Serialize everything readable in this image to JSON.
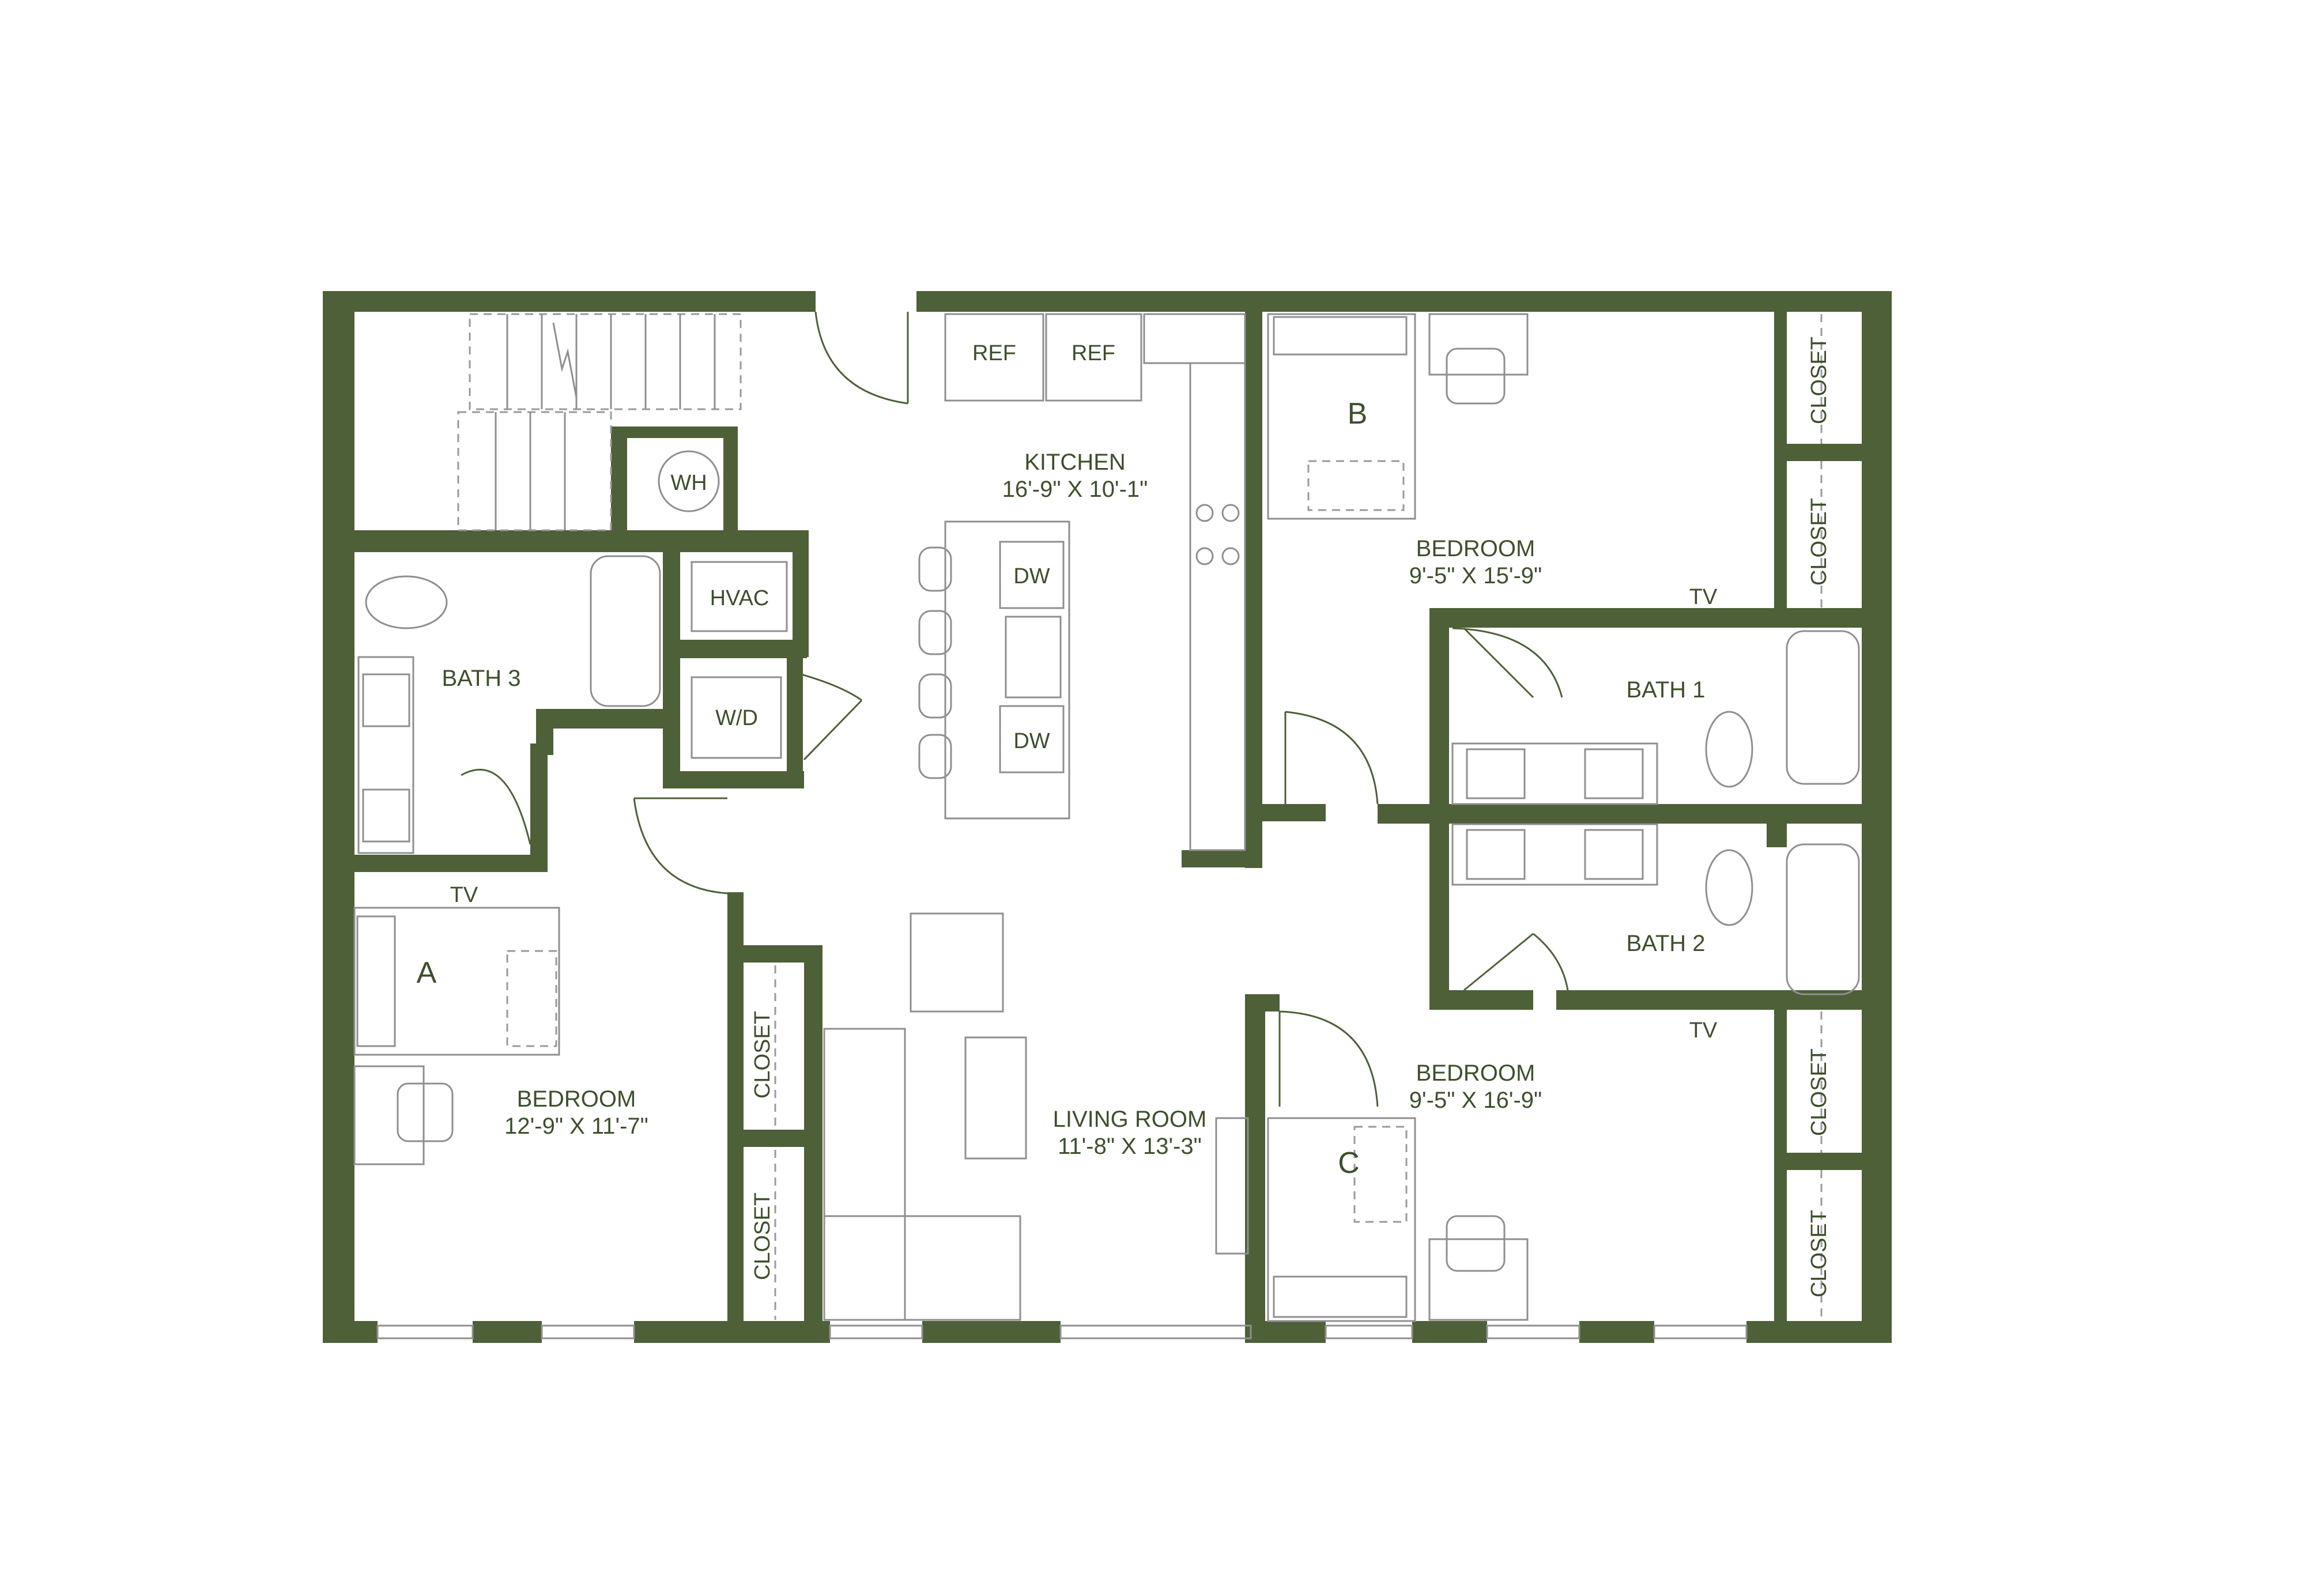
{
  "rooms": {
    "kitchen": {
      "name": "KITCHEN",
      "dims": "16'-9\" X 10'-1\""
    },
    "living": {
      "name": "LIVING ROOM",
      "dims": "11'-8\" X 13'-3\""
    },
    "bedroom_a": {
      "name": "BEDROOM",
      "dims": "12'-9\" X 11'-7\"",
      "letter": "A"
    },
    "bedroom_b": {
      "name": "BEDROOM",
      "dims": "9'-5\" X 15'-9\"",
      "letter": "B"
    },
    "bedroom_c": {
      "name": "BEDROOM",
      "dims": "9'-5\" X 16'-9\"",
      "letter": "C"
    },
    "bath1": {
      "name": "BATH 1"
    },
    "bath2": {
      "name": "BATH 2"
    },
    "bath3": {
      "name": "BATH 3"
    }
  },
  "fixtures": {
    "ref": "REF",
    "dw": "DW",
    "wh": "WH",
    "hvac": "HVAC",
    "wd": "W/D",
    "closet": "CLOSET",
    "tv": "TV"
  },
  "colors": {
    "wall": "#4d6038",
    "text": "#3e4f2c",
    "fixture": "#8f8f8f",
    "background": "#ffffff"
  }
}
